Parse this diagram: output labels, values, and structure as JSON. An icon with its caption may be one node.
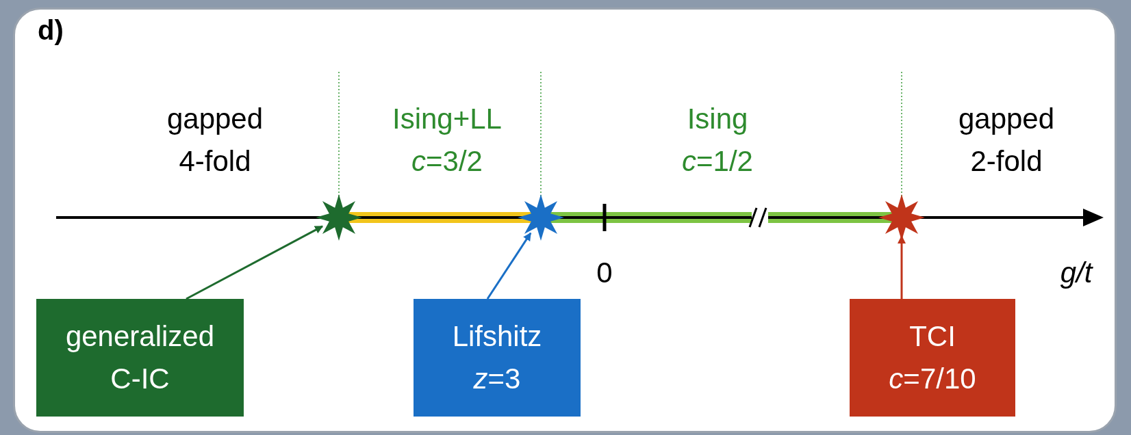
{
  "diagram": {
    "title": "d)",
    "nodes": [
      {
        "text": [],
        "shape": "star"
      },
      {
        "text": [],
        "shape": "star"
      },
      {
        "text": [],
        "shape": "star"
      },
      {
        "text": [
          "generalized C-IC"
        ]
      },
      {
        "text": [
          "Lifshitz",
          "*z*=3"
        ]
      },
      {
        "text": [
          "TCI",
          "*c*=7/10"
        ]
      }
    ],
    "edges": [
      {
        "from": 3,
        "to": 0,
        "arrow": "to",
        "color": "#1e6b2e"
      },
      {
        "from": 4,
        "to": 1,
        "arrow": "to",
        "color": "#1a6fc6"
      },
      {
        "from": 5,
        "to": 2,
        "arrow": "to",
        "color": "#c0341a"
      }
    ],
    "labels": [
      "gapped 4-fold",
      "Ising+LL",
      "*c*=3/2",
      "Ising",
      "*c*=1/2",
      "gapped 2-fold",
      "0",
      "g/t"
    ]
  }
}
